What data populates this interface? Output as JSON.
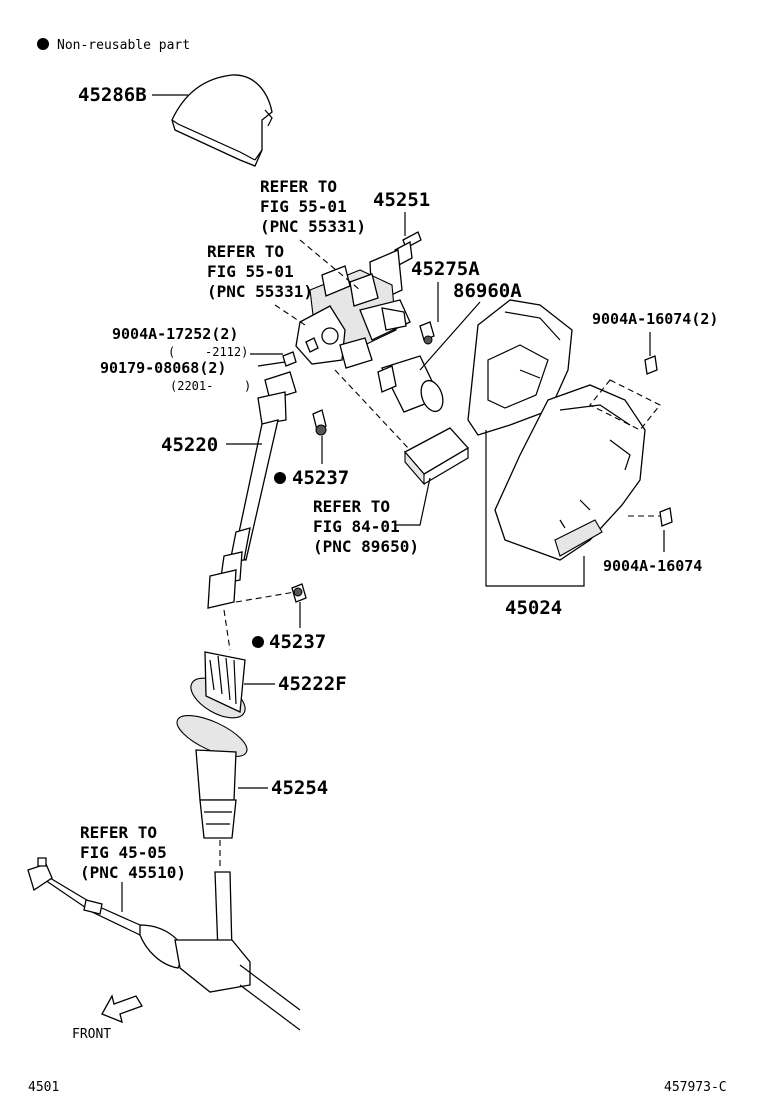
{
  "legend": {
    "text": "Non-reusable part"
  },
  "labels": {
    "l45286B": "45286B",
    "l45251": "45251",
    "l45275A": "45275A",
    "l86960A": "86960A",
    "l9004A_16074_2": "9004A-16074(2)",
    "l9004A_17252_2": "9004A-17252(2)",
    "l2112": "-2112)",
    "l90179_08068_2": "90179-08068(2)",
    "l2201": "(2201-",
    "l45220": "45220",
    "l45237_a": "45237",
    "l45237_b": "45237",
    "l45222F": "45222F",
    "l45254": "45254",
    "l45024": "45024",
    "l9004A_16074": "9004A-16074"
  },
  "refs": {
    "r1": {
      "line1": "REFER TO",
      "line2": "FIG 55-01",
      "line3": "(PNC 55331)"
    },
    "r2": {
      "line1": "REFER TO",
      "line2": "FIG 55-01",
      "line3": "(PNC 55331)"
    },
    "r3": {
      "line1": "REFER TO",
      "line2": "FIG 84-01",
      "line3": "(PNC 89650)"
    },
    "r4": {
      "line1": "REFER TO",
      "line2": "FIG 45-05",
      "line3": "(PNC 45510)"
    }
  },
  "front": "FRONT",
  "footer": {
    "left": "4501",
    "right": "457973-C"
  }
}
